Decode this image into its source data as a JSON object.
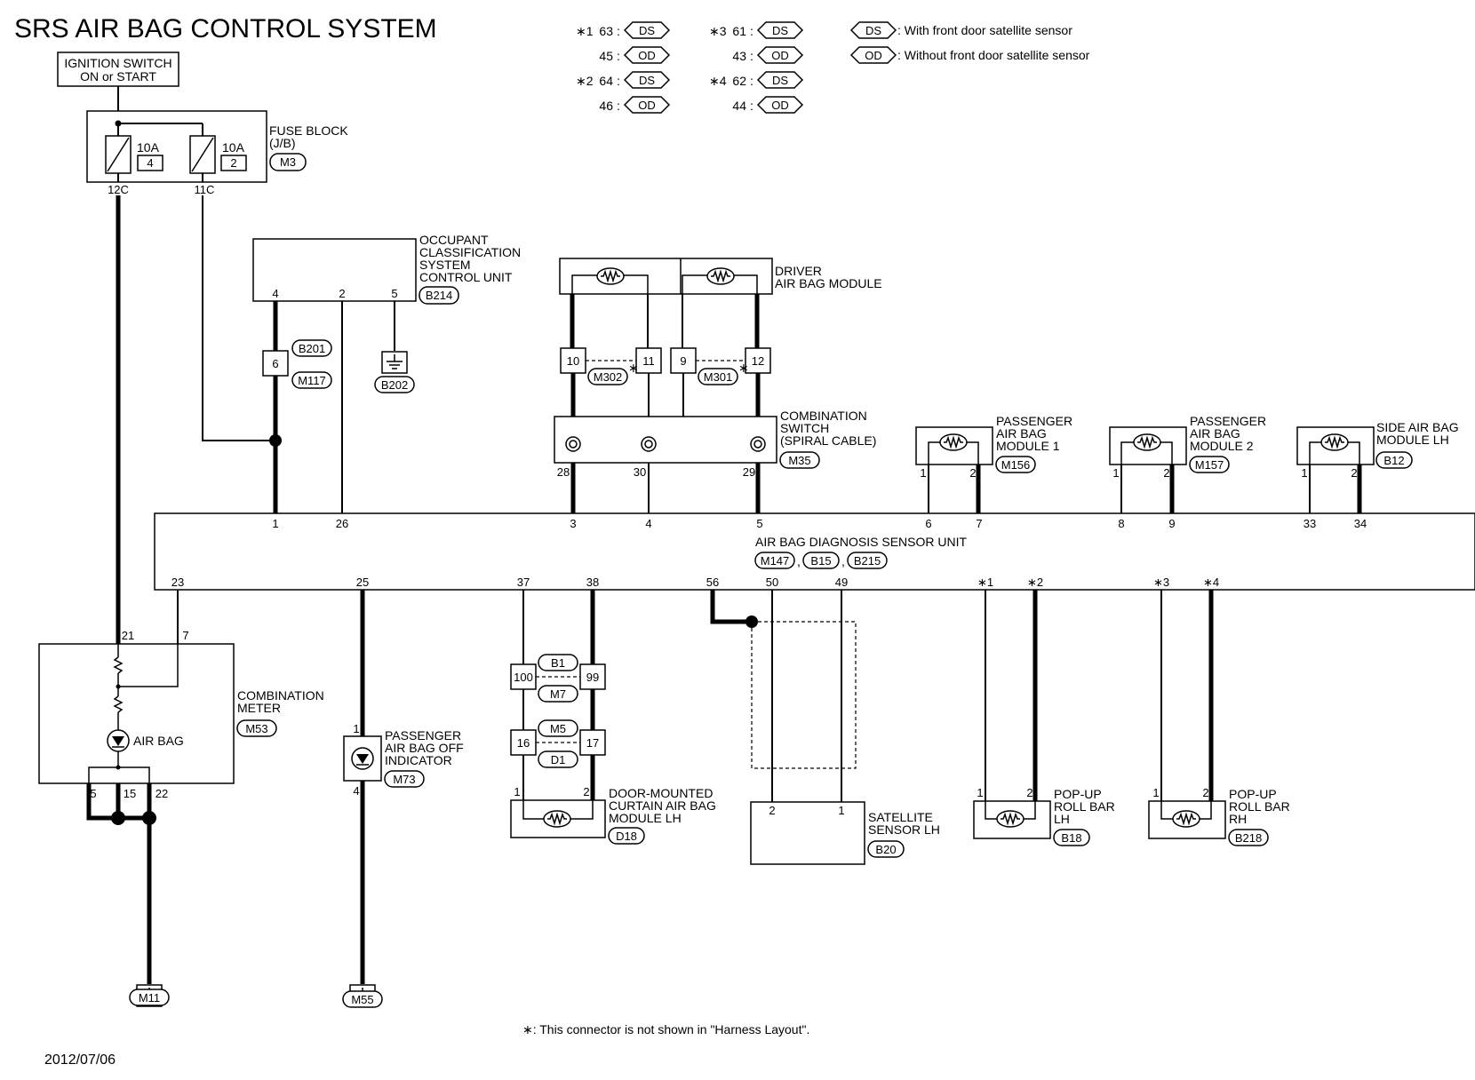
{
  "title": "SRS AIR BAG CONTROL SYSTEM",
  "date": "2012/07/06",
  "footnote": "∗: This connector is not shown in \"Harness Layout\".",
  "legend": {
    "groups": [
      {
        "mark": "∗1",
        "ds": "63",
        "od": "45"
      },
      {
        "mark": "∗2",
        "ds": "64",
        "od": "46"
      },
      {
        "mark": "∗3",
        "ds": "61",
        "od": "43"
      },
      {
        "mark": "∗4",
        "ds": "62",
        "od": "44"
      }
    ],
    "ds_tag": "DS",
    "od_tag": "OD",
    "ds_text": ": With front door satellite sensor",
    "od_text": ": Without front door satellite sensor"
  },
  "ignition": {
    "line1": "IGNITION SWITCH",
    "line2": "ON or START"
  },
  "fuse_block": {
    "name1": "FUSE BLOCK",
    "name2": "(J/B)",
    "connector": "M3",
    "fuses": [
      {
        "amp": "10A",
        "num": "4",
        "pin": "12C"
      },
      {
        "amp": "10A",
        "num": "2",
        "pin": "11C"
      }
    ]
  },
  "ocs": {
    "lines": [
      "OCCUPANT",
      "CLASSIFICATION",
      "SYSTEM",
      "CONTROL UNIT"
    ],
    "connector": "B214",
    "pins": [
      "4",
      "2",
      "5"
    ],
    "joint_pin": "6",
    "joint_conn_top": "B201",
    "joint_conn_bottom": "M117",
    "ground": "B202"
  },
  "driver_module": {
    "line1": "DRIVER",
    "line2": "AIR BAG MODULE"
  },
  "driver_connectors": {
    "pins": [
      "10",
      "11",
      "9",
      "12"
    ],
    "conn_left": "M302",
    "conn_right": "M301",
    "mark": "∗"
  },
  "combination_switch": {
    "lines": [
      "COMBINATION",
      "SWITCH",
      "(SPIRAL CABLE)"
    ],
    "connector": "M35",
    "pins": [
      "28",
      "30",
      "29"
    ]
  },
  "passenger_module1": {
    "lines": [
      "PASSENGER",
      "AIR BAG",
      "MODULE 1"
    ],
    "connector": "M156",
    "pins": [
      "1",
      "2"
    ]
  },
  "passenger_module2": {
    "lines": [
      "PASSENGER",
      "AIR BAG",
      "MODULE 2"
    ],
    "connector": "M157",
    "pins": [
      "1",
      "2"
    ]
  },
  "side_module": {
    "lines": [
      "SIDE AIR BAG",
      "MODULE LH"
    ],
    "connector": "B12",
    "pins": [
      "1",
      "2"
    ]
  },
  "diagnosis_unit": {
    "name": "AIR BAG DIAGNOSIS SENSOR UNIT",
    "connectors": [
      "M147",
      "B15",
      "B215"
    ],
    "top_pins": [
      "1",
      "26",
      "3",
      "4",
      "5",
      "6",
      "7",
      "8",
      "9",
      "33",
      "34"
    ],
    "bottom_pins": [
      "23",
      "25",
      "37",
      "38",
      "56",
      "50",
      "49",
      "∗1",
      "∗2",
      "∗3",
      "∗4"
    ]
  },
  "combination_meter": {
    "lines": [
      "COMBINATION",
      "METER"
    ],
    "connector": "M53",
    "indicator": "AIR BAG",
    "pins_top": [
      "21",
      "7"
    ],
    "pins_bottom": [
      "5",
      "15",
      "22"
    ],
    "ground": "M11"
  },
  "pass_off_indicator": {
    "lines": [
      "PASSENGER",
      "AIR BAG OFF",
      "INDICATOR"
    ],
    "connector": "M73",
    "pins": [
      "1",
      "4"
    ],
    "ground": "M55"
  },
  "door_module": {
    "lines": [
      "DOOR-MOUNTED",
      "CURTAIN AIR BAG",
      "MODULE LH"
    ],
    "connector": "D18",
    "pins": [
      "1",
      "2"
    ],
    "joint1": {
      "left": "100",
      "right": "99",
      "top": "B1",
      "bottom": "M7"
    },
    "joint2": {
      "left": "16",
      "right": "17",
      "top": "M5",
      "bottom": "D1"
    }
  },
  "satellite_sensor": {
    "lines": [
      "SATELLITE",
      "SENSOR LH"
    ],
    "connector": "B20",
    "pins": [
      "2",
      "1"
    ]
  },
  "rollbar_lh": {
    "lines": [
      "POP-UP",
      "ROLL BAR",
      "LH"
    ],
    "connector": "B18",
    "pins": [
      "1",
      "2"
    ]
  },
  "rollbar_rh": {
    "lines": [
      "POP-UP",
      "ROLL BAR",
      "RH"
    ],
    "connector": "B218",
    "pins": [
      "1",
      "2"
    ]
  }
}
